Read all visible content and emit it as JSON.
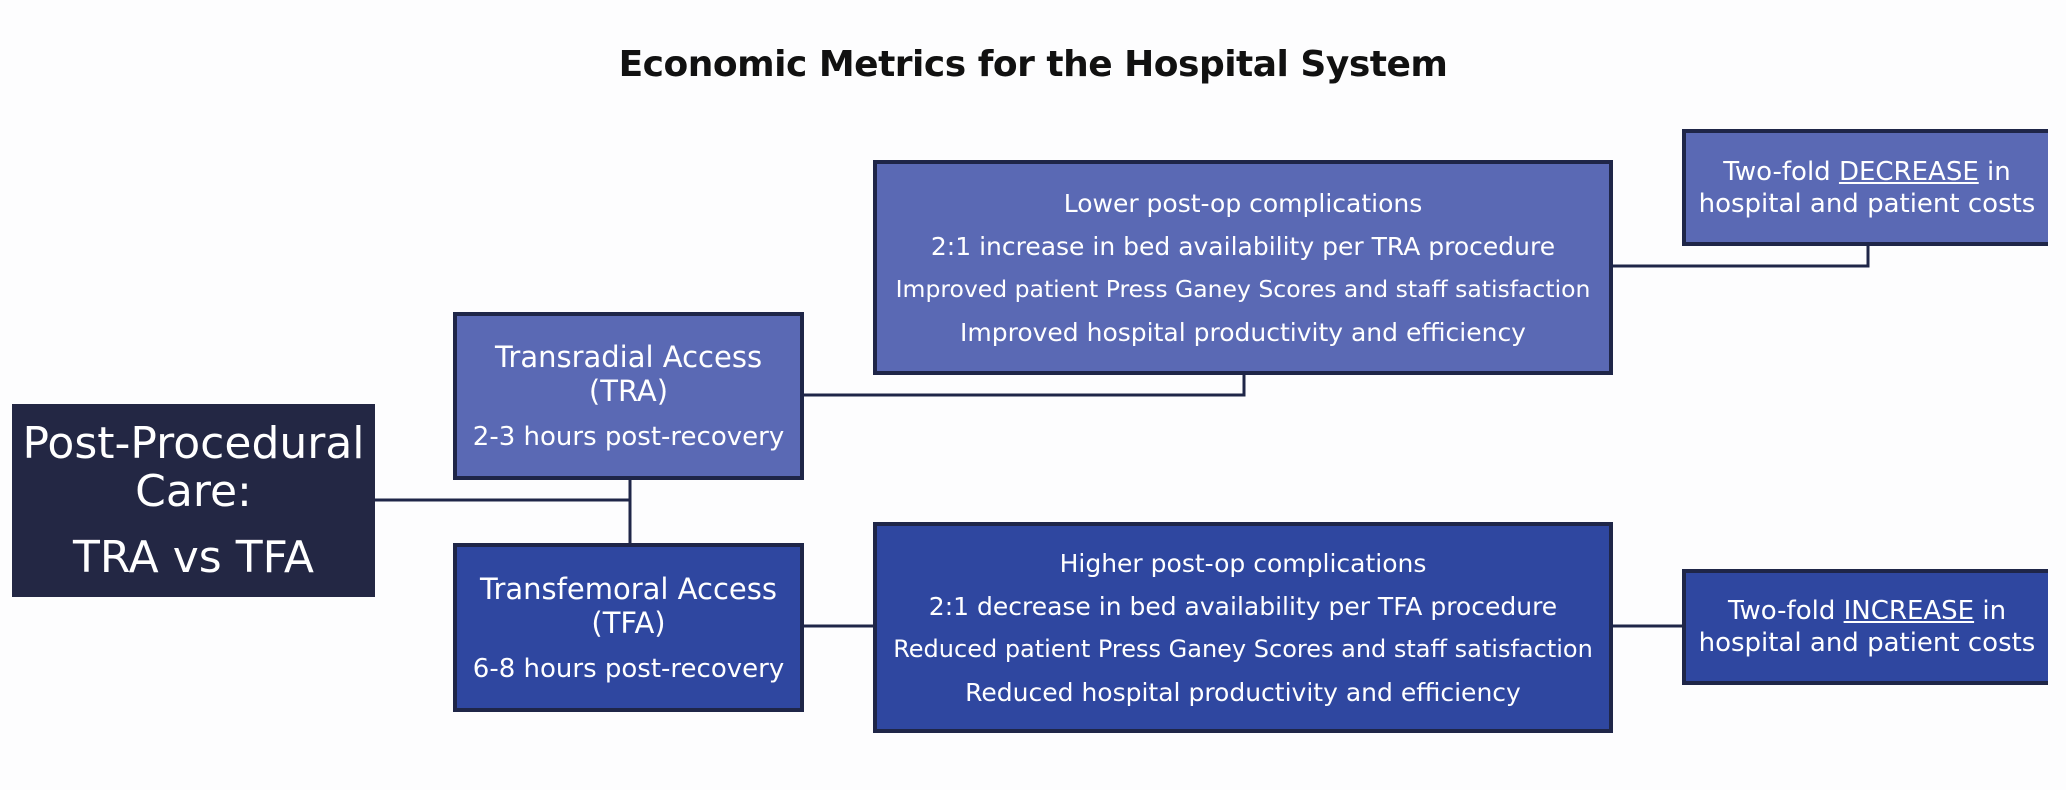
{
  "title": "Economic Metrics for the Hospital System",
  "root": {
    "line1": "Post-Procedural",
    "line2": "Care:",
    "line3": "TRA vs TFA"
  },
  "tra": {
    "access_name": "Transradial Access",
    "abbr": "(TRA)",
    "recovery": "2-3 hours post-recovery",
    "effects": [
      "Lower post-op complications",
      "2:1 increase in bed availability per TRA procedure",
      "Improved patient Press Ganey Scores and staff satisfaction",
      "Improved hospital productivity and efficiency"
    ],
    "outcome": {
      "prefix": "Two-fold ",
      "emphasis": "DECREASE",
      "suffix": " in",
      "line2": "hospital and patient costs"
    }
  },
  "tfa": {
    "access_name": "Transfemoral Access",
    "abbr": "(TFA)",
    "recovery": "6-8 hours post-recovery",
    "effects": [
      "Higher post-op complications",
      "2:1 decrease in bed availability per TFA procedure",
      "Reduced patient Press Ganey Scores and staff satisfaction",
      "Reduced hospital productivity and efficiency"
    ],
    "outcome": {
      "prefix": "Two-fold ",
      "emphasis": "INCREASE",
      "suffix": " in",
      "line2": "hospital and patient costs"
    }
  },
  "colors": {
    "tra_fill": "#5a69b4",
    "tfa_fill": "#2f47a0",
    "root_fill": "#232744",
    "border": "#1f2648",
    "connector": "#1f2648"
  }
}
